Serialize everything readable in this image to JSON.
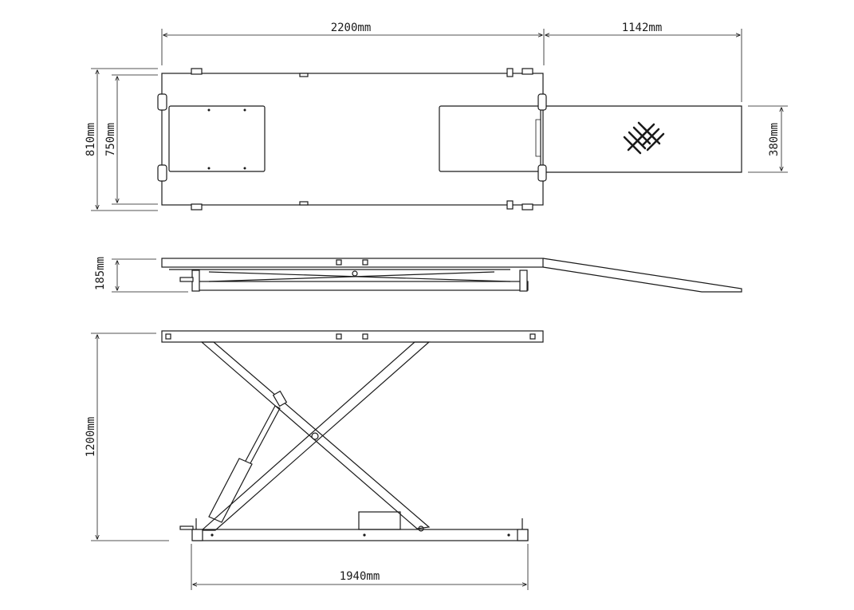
{
  "dimensions": {
    "top_length": "2200mm",
    "ramp_length": "1142mm",
    "outer_width": "810mm",
    "inner_width": "750mm",
    "ramp_width": "380mm",
    "collapsed_height": "185mm",
    "max_height": "1200mm",
    "base_length": "1940mm"
  },
  "colors": {
    "line": "#1a1a1a",
    "background": "#ffffff"
  }
}
